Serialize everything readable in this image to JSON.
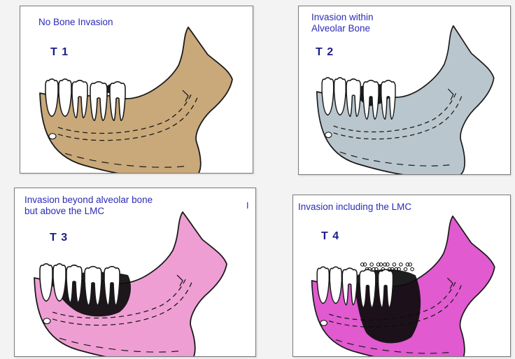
{
  "panels": [
    {
      "caption_lines": [
        "No Bone Invasion"
      ],
      "stage": "T 1",
      "fill": "#c9a87a",
      "invasion": "none"
    },
    {
      "caption_lines": [
        "Invasion within",
        "Alveolar Bone"
      ],
      "stage": "T 2",
      "fill": "#b9c6cd",
      "invasion": "alveolar"
    },
    {
      "caption_lines": [
        "Invasion beyond alveolar bone",
        "but above the LMC"
      ],
      "stage": "T 3",
      "fill": "#ef9ed4",
      "invasion": "beyond-alveolar"
    },
    {
      "caption_lines": [
        "Invasion including the LMC"
      ],
      "stage": "T 4",
      "fill": "#e15ad0",
      "invasion": "including-lmc"
    }
  ],
  "stray_mark": "I",
  "colors": {
    "caption_text": "#2b2bb8",
    "stage_text": "#1c1c8c",
    "outline": "#1a1a1a",
    "tumor": "#0b0b0b"
  }
}
